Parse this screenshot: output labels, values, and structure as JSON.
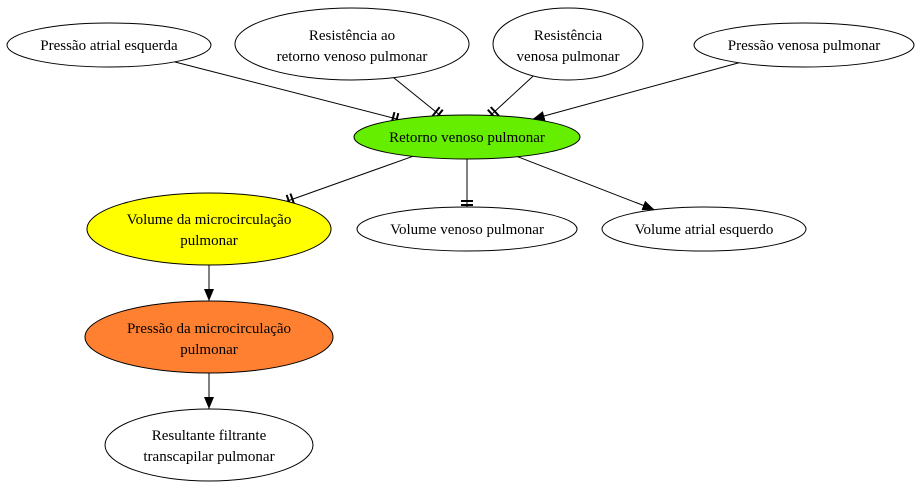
{
  "colors": {
    "retorno_fill": "#66ee00",
    "volume_micro_fill": "#ffff00",
    "pressao_micro_fill": "#ff8030",
    "default_fill": "#ffffff",
    "stroke": "#000000"
  },
  "nodes": {
    "pressao_atrial_esquerda": {
      "lines": [
        "Pressão atrial esquerda"
      ]
    },
    "resistencia_retorno": {
      "lines": [
        "Resistência ao",
        "retorno venoso pulmonar"
      ]
    },
    "resistencia_venosa": {
      "lines": [
        "Resistência",
        "venosa pulmonar"
      ]
    },
    "pressao_venosa": {
      "lines": [
        "Pressão venosa pulmonar"
      ]
    },
    "retorno_venoso": {
      "lines": [
        "Retorno venoso pulmonar"
      ]
    },
    "volume_micro": {
      "lines": [
        "Volume da microcirculação",
        "pulmonar"
      ]
    },
    "volume_venoso": {
      "lines": [
        "Volume venoso pulmonar"
      ]
    },
    "volume_atrial": {
      "lines": [
        "Volume atrial esquerdo"
      ]
    },
    "pressao_micro": {
      "lines": [
        "Pressão da microcirculação",
        "pulmonar"
      ]
    },
    "resultante": {
      "lines": [
        "Resultante filtrante",
        "transcapilar pulmonar"
      ]
    }
  },
  "edges": [
    {
      "from": "pressao_atrial_esquerda",
      "to": "retorno_venoso",
      "head": "tee2"
    },
    {
      "from": "resistencia_retorno",
      "to": "retorno_venoso",
      "head": "tee2"
    },
    {
      "from": "resistencia_venosa",
      "to": "retorno_venoso",
      "head": "tee2"
    },
    {
      "from": "pressao_venosa",
      "to": "retorno_venoso",
      "head": "arrow"
    },
    {
      "from": "retorno_venoso",
      "to": "volume_micro",
      "head": "tee2"
    },
    {
      "from": "retorno_venoso",
      "to": "volume_venoso",
      "head": "tee2"
    },
    {
      "from": "retorno_venoso",
      "to": "volume_atrial",
      "head": "arrow"
    },
    {
      "from": "volume_micro",
      "to": "pressao_micro",
      "head": "arrow"
    },
    {
      "from": "pressao_micro",
      "to": "resultante",
      "head": "arrow"
    }
  ]
}
